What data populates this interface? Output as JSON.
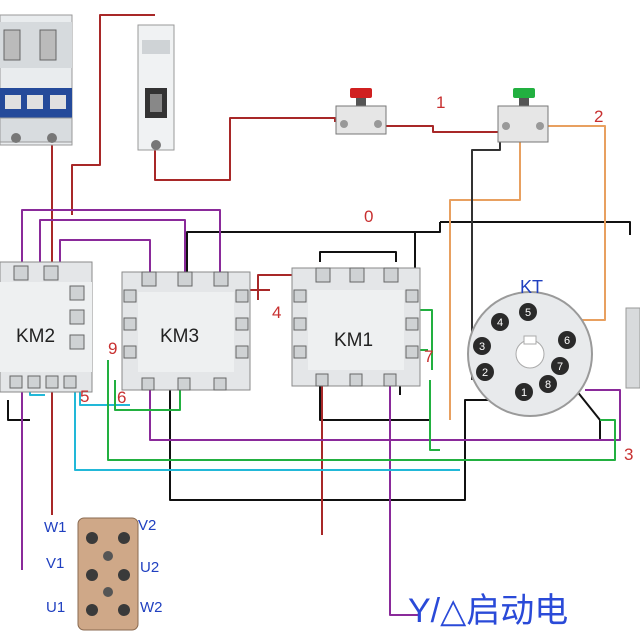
{
  "contactors": [
    {
      "id": "km2",
      "label": "KM2"
    },
    {
      "id": "km3",
      "label": "KM3"
    },
    {
      "id": "km1",
      "label": "KM1"
    }
  ],
  "timer": {
    "label": "KT",
    "pins": [
      "1",
      "2",
      "3",
      "4",
      "5",
      "6",
      "7",
      "8"
    ]
  },
  "wire_numbers": {
    "n0": "0",
    "n1": "1",
    "n2": "2",
    "n3": "3",
    "n4": "4",
    "n5": "5",
    "n6": "6",
    "n7": "7",
    "n9": "9"
  },
  "motor_terminals": {
    "w1": "W1",
    "v1": "V1",
    "u1": "U1",
    "v2": "V2",
    "u2": "U2",
    "w2": "W2"
  },
  "title": "Y/△启动电",
  "colors": {
    "black": "#111111",
    "red": "#b02020",
    "purple": "#8a2a9a",
    "cyan": "#22b8d8",
    "green": "#22b040",
    "orange": "#e8a060",
    "label_red": "#c83030",
    "label_blue": "#2040c0",
    "title": "#2a4ad8"
  }
}
